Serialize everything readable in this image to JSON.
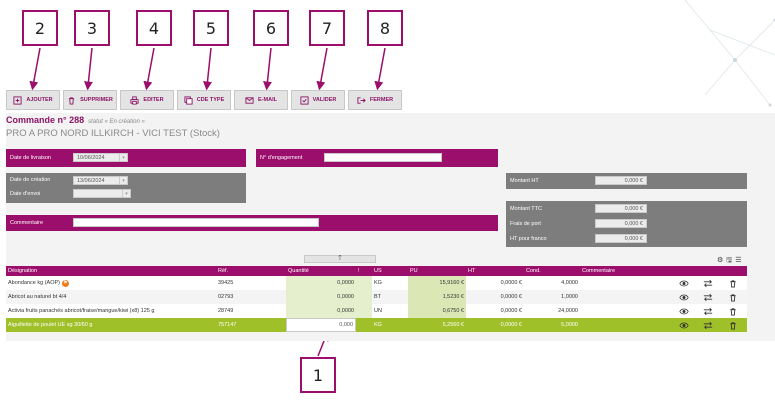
{
  "callouts": [
    "2",
    "3",
    "4",
    "5",
    "6",
    "7",
    "8",
    "1"
  ],
  "toolbar": {
    "ajouter": "AJOUTER",
    "supprimer": "SUPPRIMER",
    "editer": "EDITER",
    "cde_type": "CDE TYPE",
    "email": "E-MAIL",
    "valider": "VALIDER",
    "fermer": "FERMER"
  },
  "header": {
    "title": "Commande n° 288",
    "status": "statut « En création »",
    "subtitle": "PRO A PRO NORD ILLKIRCH - VICI TEST (Stock)"
  },
  "form": {
    "date_livraison_label": "Date de livraison",
    "date_livraison_value": "10/06/2024",
    "engagement_label": "N° d'engagement",
    "engagement_value": "",
    "date_creation_label": "Date de création",
    "date_creation_value": "13/06/2024",
    "date_envoi_label": "Date d'envoi",
    "date_envoi_value": "",
    "commentaire_label": "Commentaire",
    "commentaire_value": "",
    "montant_ht_label": "Montant HT",
    "montant_ht_value": "0,000 €",
    "montant_ttc_label": "Montant TTC",
    "montant_ttc_value": "0,000 €",
    "frais_port_label": "Frais de port",
    "frais_port_value": "0,000 €",
    "ht_franco_label": "HT pour franco",
    "ht_franco_value": "0,000 €"
  },
  "table": {
    "collapse_icon": "arrow-up-icon",
    "headers": [
      "Désignation",
      "Réf.",
      "Quantité",
      "!",
      "US",
      "PU",
      "HT",
      "Cond.",
      "Commentaire"
    ],
    "rows": [
      {
        "designation": "Abondance kg (AOP)",
        "badge": "⚑",
        "ref": "39425",
        "qty": "0,0000",
        "us": "KG",
        "pu": "15,9160 €",
        "ht": "0,0000 €",
        "cond": "4,0000",
        "comment": ""
      },
      {
        "designation": "Abricot au naturel bt 4/4",
        "badge": "",
        "ref": "02793",
        "qty": "0,0000",
        "us": "BT",
        "pu": "1,5230 €",
        "ht": "0,0000 €",
        "cond": "1,0000",
        "comment": ""
      },
      {
        "designation": "Activia fruits panachés abricot/fraise/mangue/kiwi (x8) 125 g",
        "badge": "",
        "ref": "28749",
        "qty": "0,0000",
        "us": "UN",
        "pu": "0,6750 €",
        "ht": "0,0000 €",
        "cond": "24,0000",
        "comment": ""
      },
      {
        "designation": "Aiguillette de poulet UE sg 30/60 g",
        "badge": "",
        "ref": "757147",
        "qty": "0,000",
        "us": "KG",
        "pu": "5,2560 €",
        "ht": "0,0000 €",
        "cond": "5,0000",
        "comment": ""
      }
    ]
  }
}
